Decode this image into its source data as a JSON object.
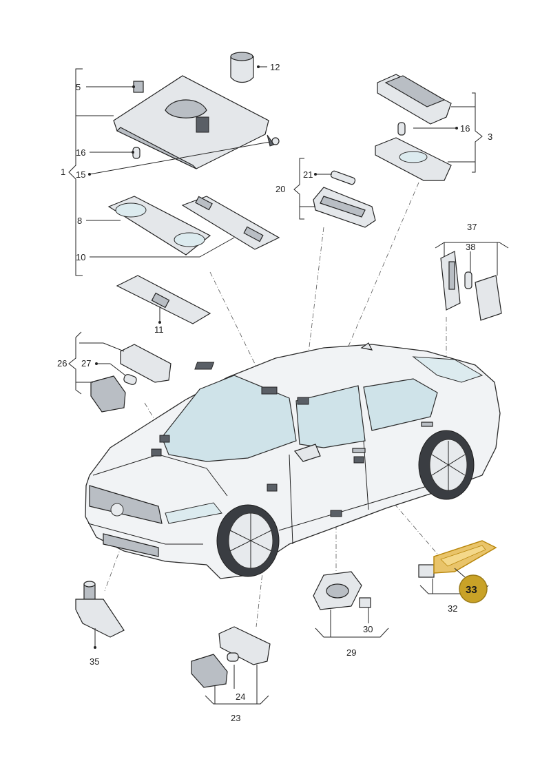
{
  "labels": {
    "p1": "1",
    "p3": "3",
    "p5": "5",
    "p8": "8",
    "p10": "10",
    "p11": "11",
    "p12": "12",
    "p15": "15",
    "p16a": "16",
    "p16b": "16",
    "p20": "20",
    "p21": "21",
    "p23": "23",
    "p24": "24",
    "p26": "26",
    "p27": "27",
    "p29": "29",
    "p30": "30",
    "p32": "32",
    "p33": "33",
    "p35": "35",
    "p37": "37",
    "p38": "38"
  },
  "colors": {
    "highlight_badge": "#c9a227",
    "highlight_part": "#e9c46a",
    "car_glass": "#cfe3e9"
  }
}
